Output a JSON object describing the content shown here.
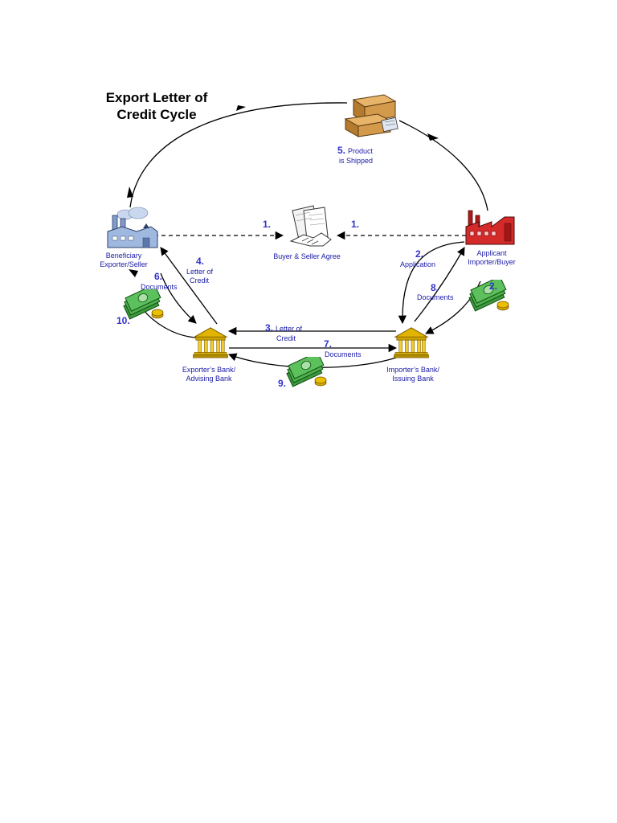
{
  "title_line1": "Export Letter of",
  "title_line2": "Credit Cycle",
  "nodes": {
    "beneficiary": {
      "line1": "Beneficiary",
      "line2": "Exporter/Seller"
    },
    "applicant": {
      "line1": "Applicant",
      "line2": "Importer/Buyer"
    },
    "exporters_bank": {
      "line1": "Exporter’s Bank/",
      "line2": "Advising Bank"
    },
    "importers_bank": {
      "line1": "Importer’s Bank/",
      "line2": "Issuing Bank"
    },
    "agreement": {
      "line1": "Buyer & Seller Agree"
    }
  },
  "steps": {
    "s1_left": {
      "num": "1."
    },
    "s1_right": {
      "num": "1."
    },
    "s2": {
      "num": "2.",
      "text": "Application"
    },
    "s2_money": {
      "num": "2."
    },
    "s3": {
      "num": "3.",
      "text1": "Letter of",
      "text2": "Credit"
    },
    "s4": {
      "num": "4.",
      "text1": "Letter of",
      "text2": "Credit"
    },
    "s5": {
      "num": "5.",
      "text1": "Product",
      "text2": "is Shipped"
    },
    "s6": {
      "num": "6.",
      "text": "Documents"
    },
    "s7": {
      "num": "7.",
      "text": "Documents"
    },
    "s8": {
      "num": "8.",
      "text": "Documents"
    },
    "s9": {
      "num": "9."
    },
    "s10": {
      "num": "10."
    }
  },
  "colors": {
    "label": "#1a1aa6",
    "number": "#3333cc",
    "bank": "#c9a000",
    "money": "#2e8b2e",
    "factory": "#c41e1e",
    "box": "#c8893a"
  },
  "icons": [
    "factory-icon",
    "bank-icon",
    "money-icon",
    "handshake-icon",
    "boxes-icon"
  ]
}
